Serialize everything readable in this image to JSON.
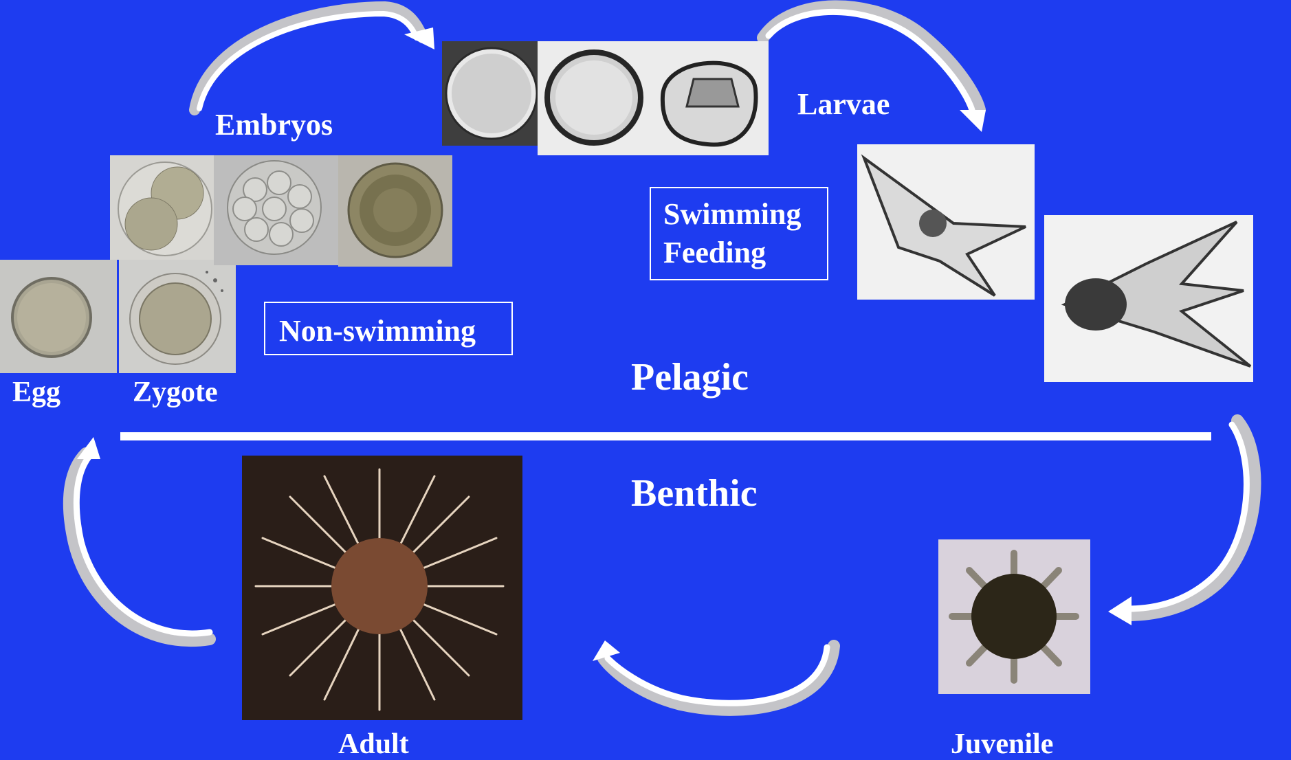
{
  "colors": {
    "background": "#1e3cf0",
    "text": "#ffffff",
    "arrow_shade": "#c4c4c8"
  },
  "labels": {
    "embryos": "Embryos",
    "larvae": "Larvae",
    "egg": "Egg",
    "zygote": "Zygote",
    "adult": "Adult",
    "juvenile": "Juvenile",
    "pelagic": "Pelagic",
    "benthic": "Benthic"
  },
  "boxes": {
    "non_swimming": "Non-swimming",
    "swimming": "Swimming",
    "feeding": "Feeding"
  },
  "images": [
    "egg-photo",
    "zygote-photo",
    "two-cell-embryo-photo",
    "multi-cell-embryo-photo",
    "blastula-photo",
    "blastula-hatched-photo",
    "gastrula-early-photo",
    "gastrula-late-photo",
    "pluteus-larva-photo",
    "eight-arm-pluteus-photo",
    "juvenile-urchin-photo",
    "adult-urchin-photo"
  ],
  "arrows": [
    "arrow-zygote-to-embryos",
    "arrow-embryos-to-larvae",
    "arrow-larvae-to-juvenile",
    "arrow-juvenile-to-adult",
    "arrow-adult-to-egg"
  ]
}
